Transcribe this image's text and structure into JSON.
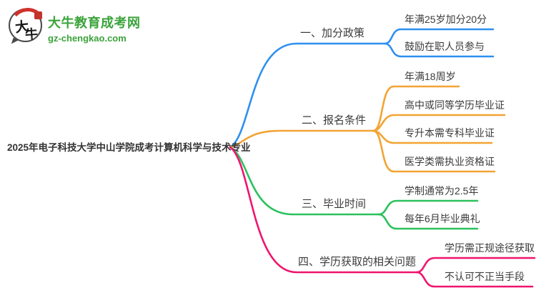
{
  "brand": {
    "name": "大牛教育成考网",
    "url": "gz-chengkao.com",
    "icon_char1": "大",
    "icon_char2": "牛",
    "icon_seal": "印",
    "name_color": "#3aa33a",
    "seal_color": "#c2342c"
  },
  "mindmap": {
    "central": "2025年电子科技大学中山学院成考计算机科学与技术专业",
    "text_color": "#3b3b3b",
    "branches": [
      {
        "label": "一、加分政策",
        "color": "#2e90f0",
        "children": [
          "年满25岁加分20分",
          "鼓励在职人员参与"
        ]
      },
      {
        "label": "二、报名条件",
        "color": "#f2a433",
        "children": [
          "年满18周岁",
          "高中或同等学历毕业证",
          "专升本需专科毕业证",
          "医学类需执业资格证"
        ]
      },
      {
        "label": "三、毕业时间",
        "color": "#2bc15c",
        "children": [
          "学制通常为2.5年",
          "每年6月毕业典礼"
        ]
      },
      {
        "label": "四、学历获取的相关问题",
        "color": "#f0146e",
        "children": [
          "学历需正规途径获取",
          "不认可不正当手段"
        ]
      }
    ]
  }
}
